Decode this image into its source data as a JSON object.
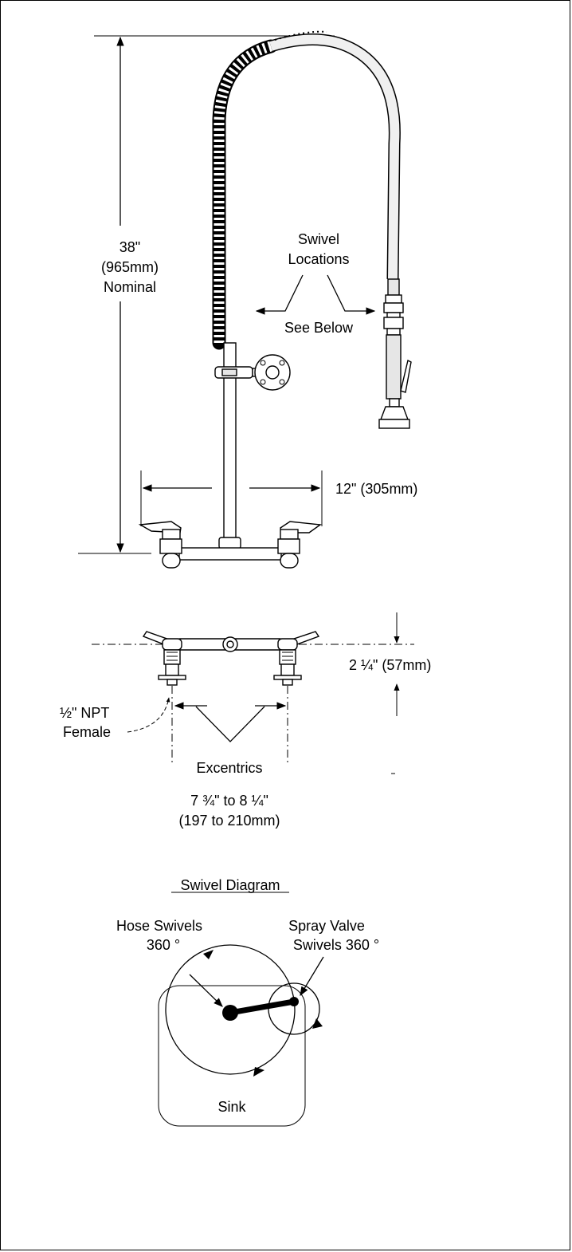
{
  "dimensions": {
    "height": [
      "38\"",
      "(965mm)",
      "Nominal"
    ],
    "width": "12\" (305mm)",
    "wall_offset": "2 ¼\" (57mm)",
    "centers": [
      "7 ¾\" to 8 ¼\"",
      "(197 to 210mm)"
    ]
  },
  "callouts": {
    "swivel_locations": [
      "Swivel",
      "Locations"
    ],
    "see_below": "See Below",
    "npt": [
      "½\" NPT",
      "Female"
    ],
    "excentrics": "Excentrics"
  },
  "swivel_diagram": {
    "title": "Swivel Diagram",
    "hose_swivels": [
      "Hose Swivels",
      "360 °"
    ],
    "spray_valve": [
      "Spray Valve",
      "Swivels 360 °"
    ],
    "sink": "Sink"
  }
}
